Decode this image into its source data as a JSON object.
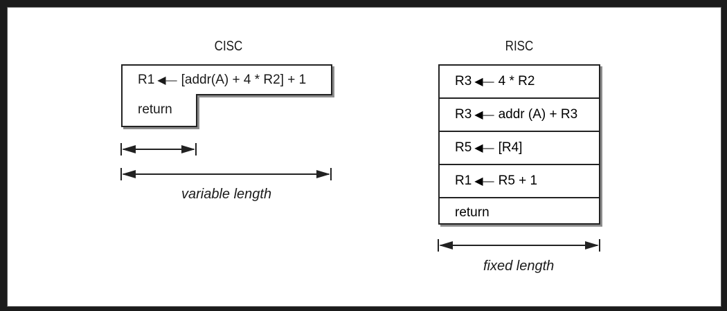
{
  "cisc": {
    "title": "CISC",
    "instr_dest": "R1",
    "instr_expr": "[addr(A) + 4 * R2] + 1",
    "ret": "return",
    "caption": "variable length"
  },
  "risc": {
    "title": "RISC",
    "rows": [
      {
        "dest": "R3",
        "expr": "4 * R2"
      },
      {
        "dest": "R3",
        "expr": "addr (A) + R3"
      },
      {
        "dest": "R5",
        "expr": "[R4]"
      },
      {
        "dest": "R1",
        "expr": "R5 + 1"
      }
    ],
    "ret": "return",
    "caption": "fixed length"
  },
  "assign_arrow": "◀—"
}
